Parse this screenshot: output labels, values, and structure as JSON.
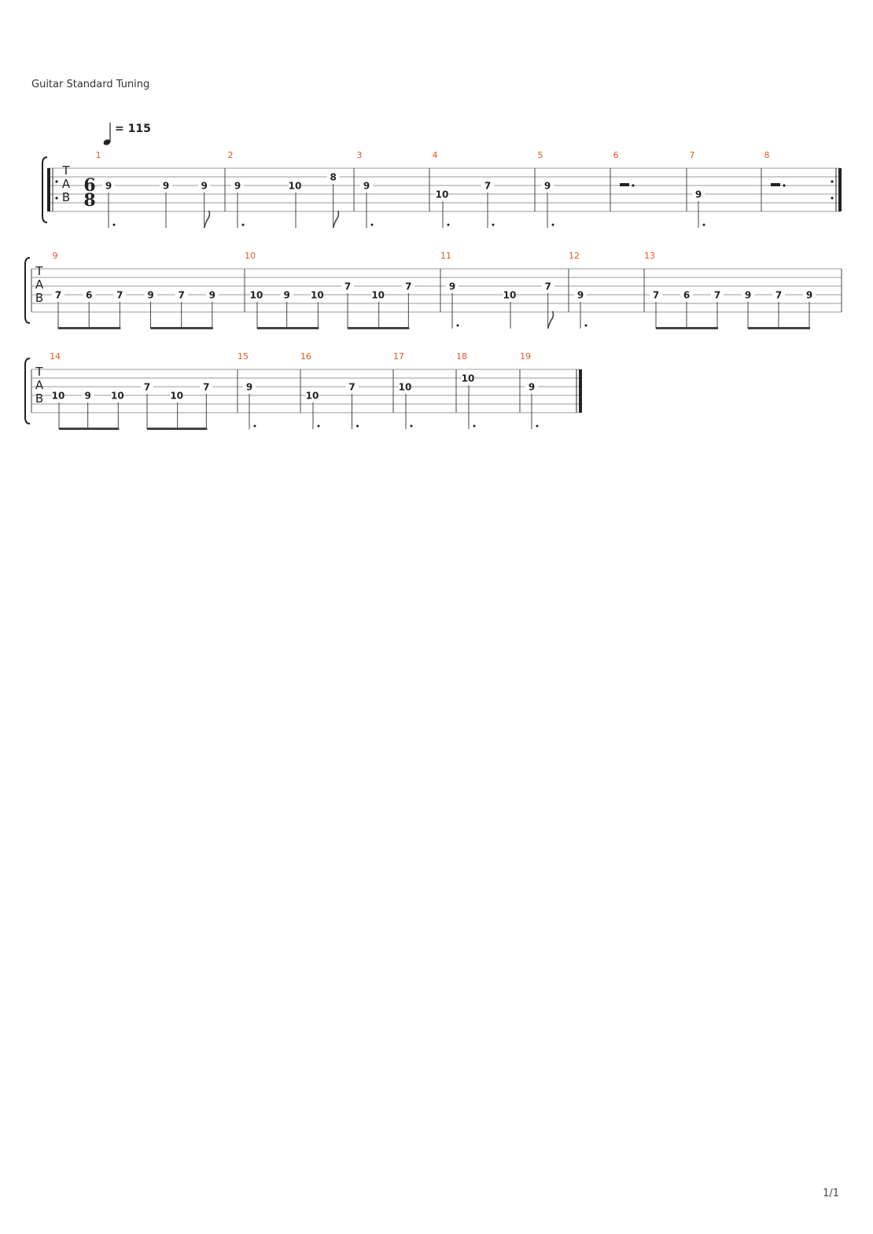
{
  "header": {
    "tuning": "Guitar Standard Tuning"
  },
  "tempo": {
    "bpm_label": "= 115"
  },
  "footer": {
    "page": "1/1"
  },
  "tab_labels": [
    "T",
    "A",
    "B"
  ],
  "time_signature": {
    "numerator": "6",
    "denominator": "8"
  },
  "measures": [
    {
      "number": "1",
      "notes": [
        {
          "fret": "9",
          "string": 3,
          "dur": "dq"
        },
        {
          "fret": "9",
          "string": 3,
          "dur": "q"
        },
        {
          "fret": "9",
          "string": 3,
          "dur": "e"
        }
      ]
    },
    {
      "number": "2",
      "notes": [
        {
          "fret": "9",
          "string": 3,
          "dur": "dq"
        },
        {
          "fret": "10",
          "string": 3,
          "dur": "q"
        },
        {
          "fret": "8",
          "string": 2,
          "dur": "e"
        }
      ]
    },
    {
      "number": "3",
      "notes": [
        {
          "fret": "9",
          "string": 3,
          "dur": "dh"
        }
      ]
    },
    {
      "number": "4",
      "notes": [
        {
          "fret": "10",
          "string": 4,
          "dur": "dq"
        },
        {
          "fret": "7",
          "string": 3,
          "dur": "dq"
        }
      ]
    },
    {
      "number": "5",
      "notes": [
        {
          "fret": "9",
          "string": 3,
          "dur": "dh"
        }
      ]
    },
    {
      "number": "6",
      "rest": "dh"
    },
    {
      "number": "7",
      "notes": [
        {
          "fret": "9",
          "string": 4,
          "dur": "dh"
        }
      ]
    },
    {
      "number": "8",
      "rest": "dh"
    },
    {
      "number": "9",
      "notes": [
        {
          "fret": "7",
          "string": 4,
          "dur": "e"
        },
        {
          "fret": "6",
          "string": 4,
          "dur": "e"
        },
        {
          "fret": "7",
          "string": 4,
          "dur": "e"
        },
        {
          "fret": "9",
          "string": 4,
          "dur": "e"
        },
        {
          "fret": "7",
          "string": 4,
          "dur": "e"
        },
        {
          "fret": "9",
          "string": 4,
          "dur": "e"
        }
      ]
    },
    {
      "number": "10",
      "notes": [
        {
          "fret": "10",
          "string": 4,
          "dur": "e"
        },
        {
          "fret": "9",
          "string": 4,
          "dur": "e"
        },
        {
          "fret": "10",
          "string": 4,
          "dur": "e"
        },
        {
          "fret": "7",
          "string": 3,
          "dur": "e"
        },
        {
          "fret": "10",
          "string": 4,
          "dur": "e"
        },
        {
          "fret": "7",
          "string": 3,
          "dur": "e"
        }
      ]
    },
    {
      "number": "11",
      "notes": [
        {
          "fret": "9",
          "string": 3,
          "dur": "dq"
        },
        {
          "fret": "10",
          "string": 4,
          "dur": "q"
        },
        {
          "fret": "7",
          "string": 3,
          "dur": "e"
        }
      ]
    },
    {
      "number": "12",
      "notes": [
        {
          "fret": "9",
          "string": 4,
          "dur": "dh"
        }
      ]
    },
    {
      "number": "13",
      "notes": [
        {
          "fret": "7",
          "string": 4,
          "dur": "e"
        },
        {
          "fret": "6",
          "string": 4,
          "dur": "e"
        },
        {
          "fret": "7",
          "string": 4,
          "dur": "e"
        },
        {
          "fret": "9",
          "string": 4,
          "dur": "e"
        },
        {
          "fret": "7",
          "string": 4,
          "dur": "e"
        },
        {
          "fret": "9",
          "string": 4,
          "dur": "e"
        }
      ]
    },
    {
      "number": "14",
      "notes": [
        {
          "fret": "10",
          "string": 4,
          "dur": "e"
        },
        {
          "fret": "9",
          "string": 4,
          "dur": "e"
        },
        {
          "fret": "10",
          "string": 4,
          "dur": "e"
        },
        {
          "fret": "7",
          "string": 3,
          "dur": "e"
        },
        {
          "fret": "10",
          "string": 4,
          "dur": "e"
        },
        {
          "fret": "7",
          "string": 3,
          "dur": "e"
        }
      ]
    },
    {
      "number": "15",
      "notes": [
        {
          "fret": "9",
          "string": 3,
          "dur": "dh"
        }
      ]
    },
    {
      "number": "16",
      "notes": [
        {
          "fret": "10",
          "string": 4,
          "dur": "dq"
        },
        {
          "fret": "7",
          "string": 3,
          "dur": "dq"
        }
      ]
    },
    {
      "number": "17",
      "notes": [
        {
          "fret": "10",
          "string": 3,
          "dur": "dh"
        }
      ]
    },
    {
      "number": "18",
      "notes": [
        {
          "fret": "10",
          "string": 2,
          "dur": "dh"
        }
      ]
    },
    {
      "number": "19",
      "notes": [
        {
          "fret": "9",
          "string": 3,
          "dur": "dh"
        }
      ]
    }
  ]
}
